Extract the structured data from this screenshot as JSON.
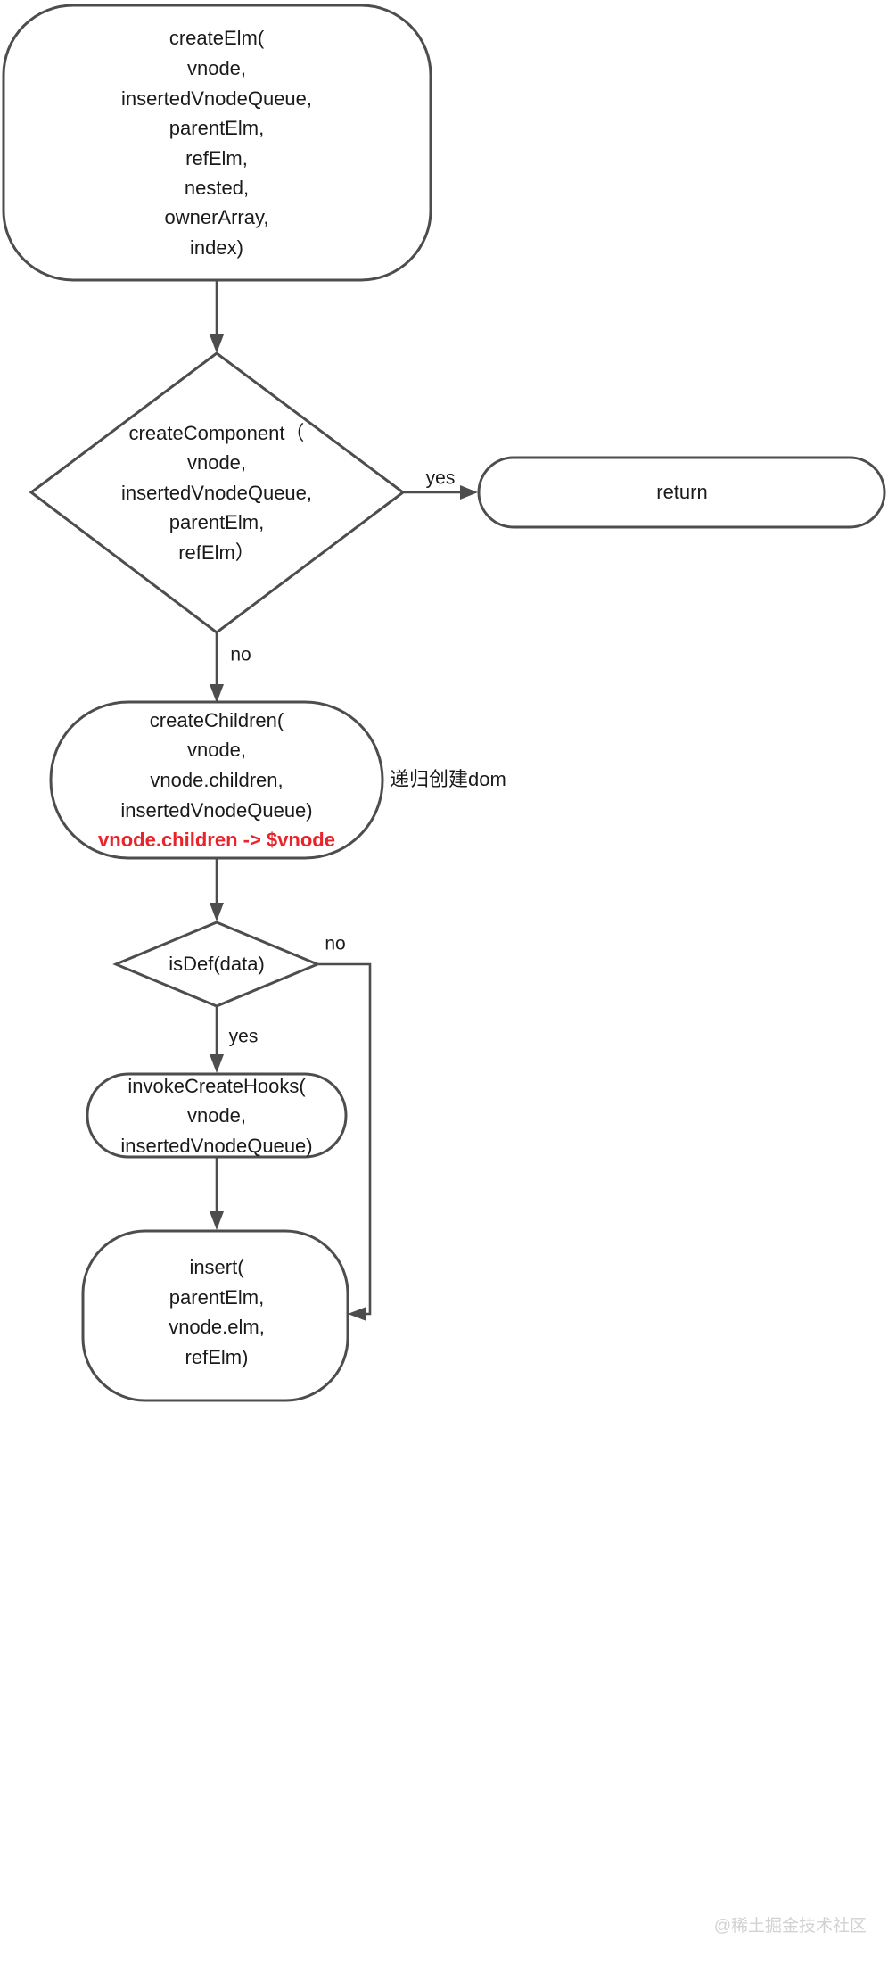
{
  "diagram": {
    "title": "createElm flowchart",
    "stroke_color": "#4d4d4d",
    "text_color": "#1a1a1a",
    "highlight_color": "#e8232a",
    "background_color": "#ffffff"
  },
  "nodes": {
    "create_elm": {
      "shape": "rounded-rectangle",
      "lines": [
        "createElm(",
        "vnode,",
        "insertedVnodeQueue,",
        "parentElm,",
        "refElm,",
        "nested,",
        "ownerArray,",
        "index)"
      ]
    },
    "create_component": {
      "shape": "diamond",
      "lines": [
        "createComponent（",
        "vnode,",
        "insertedVnodeQueue,",
        "parentElm,",
        "refElm）"
      ]
    },
    "return_node": {
      "shape": "stadium",
      "lines": [
        "return"
      ]
    },
    "create_children": {
      "shape": "stadium",
      "lines": [
        "createChildren(",
        "vnode,",
        "vnode.children,",
        "insertedVnodeQueue)"
      ],
      "highlight_line": "vnode.children -> $vnode"
    },
    "is_def": {
      "shape": "diamond",
      "lines": [
        "isDef(data)"
      ]
    },
    "invoke_create_hooks": {
      "shape": "stadium",
      "lines": [
        "invokeCreateHooks(",
        "vnode,",
        "insertedVnodeQueue)"
      ]
    },
    "insert_node": {
      "shape": "stadium",
      "lines": [
        "insert(",
        "parentElm,",
        "vnode.elm,",
        "refElm)"
      ]
    }
  },
  "edge_labels": {
    "component_yes": "yes",
    "component_no": "no",
    "isdef_no": "no",
    "isdef_yes": "yes"
  },
  "annotations": {
    "recursive_dom": "递归创建dom"
  },
  "watermark": {
    "text": "@稀土掘金技术社区"
  }
}
